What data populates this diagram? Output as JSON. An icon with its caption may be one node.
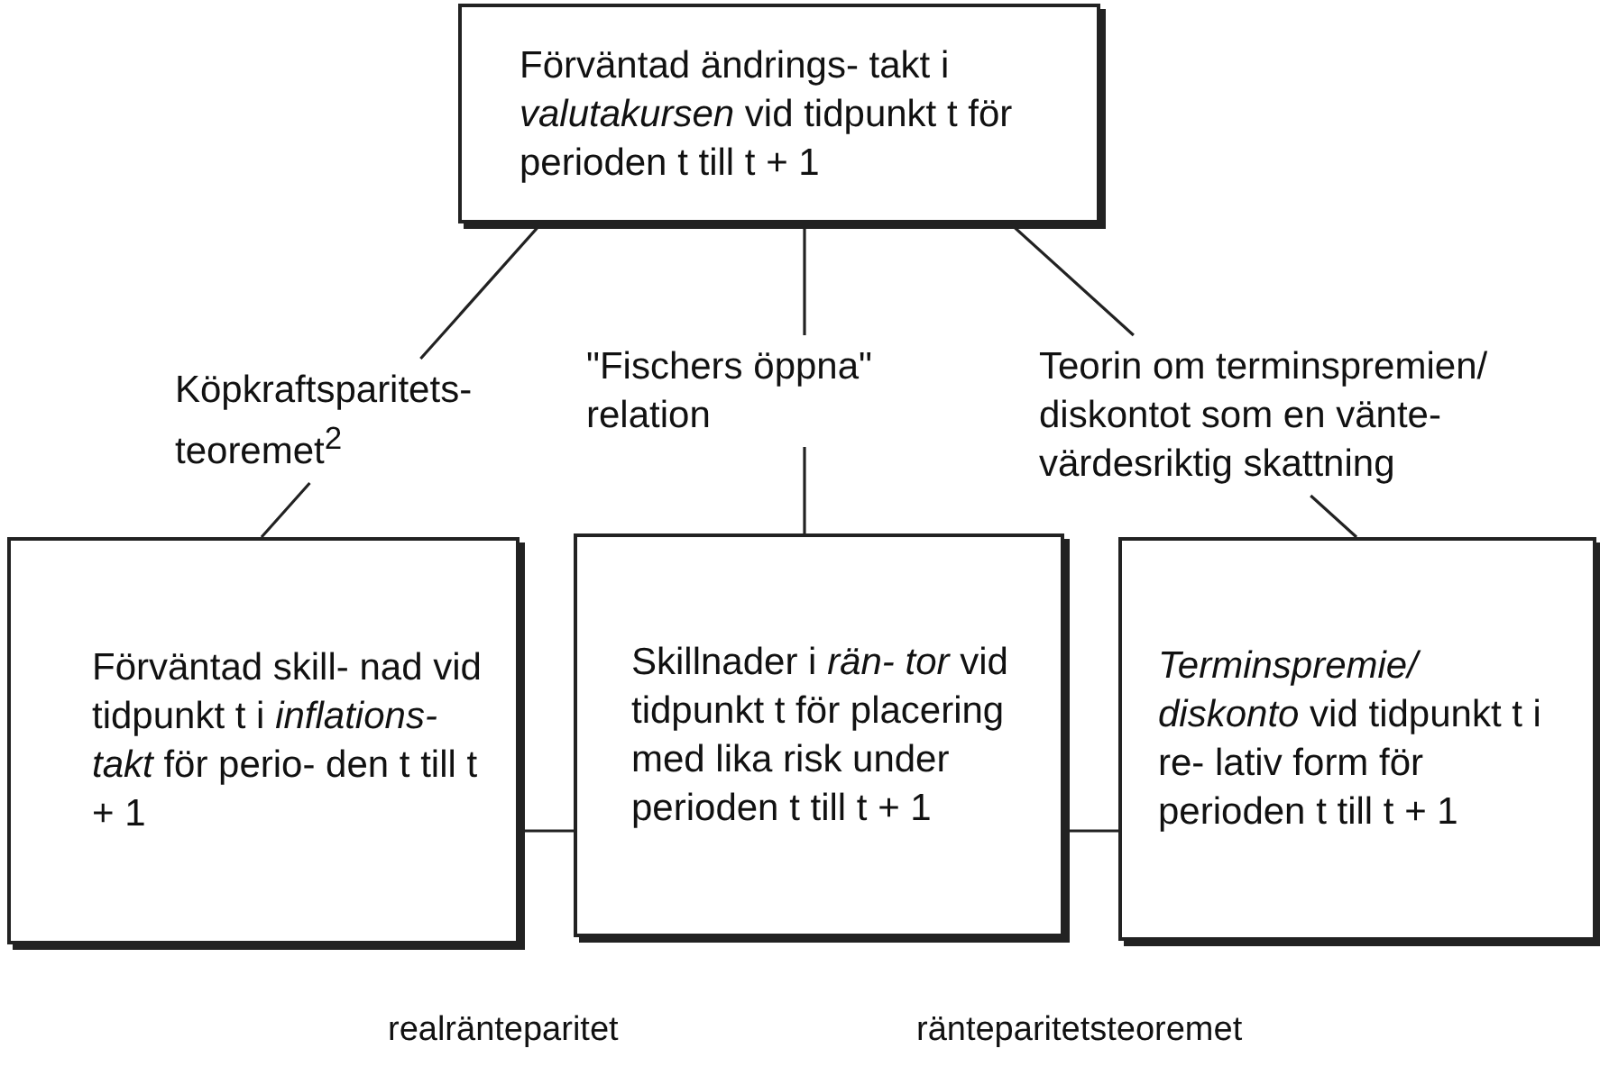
{
  "diagram": {
    "nodes": [
      {
        "text": [
          "Förväntad ändrings- takt i *valutakursen* vid tidpunkt t för perioden t till t + 1"
        ]
      },
      {
        "text": [
          "Förväntad skill- nad vid tidpunkt t i *inflations- takt* för perio- den t till t + 1"
        ]
      },
      {
        "text": [
          "Skillnader i *rän- tor* vid tidpunkt t för placering med lika risk under perioden t till t + 1"
        ]
      },
      {
        "text": [
          "*Terminspremie/ diskonto* vid tidpunkt t i re- lativ form för perioden t till t + 1"
        ]
      }
    ],
    "edges": [
      {
        "from": 0,
        "to": 1,
        "arrow": "none",
        "label": "Köpkraftsparitets- teoremet$^{2}$"
      },
      {
        "from": 0,
        "to": 2,
        "arrow": "none",
        "label": "\"Fischers öppna\" relation"
      },
      {
        "from": 0,
        "to": 3,
        "arrow": "none",
        "label": "Teorin om terminspremien/ diskontot som en vänte- värdesriktig skattning"
      },
      {
        "from": 1,
        "to": 2,
        "arrow": "none"
      },
      {
        "from": 2,
        "to": 3,
        "arrow": "none"
      }
    ],
    "labels": [
      "realränteparitet",
      "ränteparitetsteoremet"
    ]
  }
}
